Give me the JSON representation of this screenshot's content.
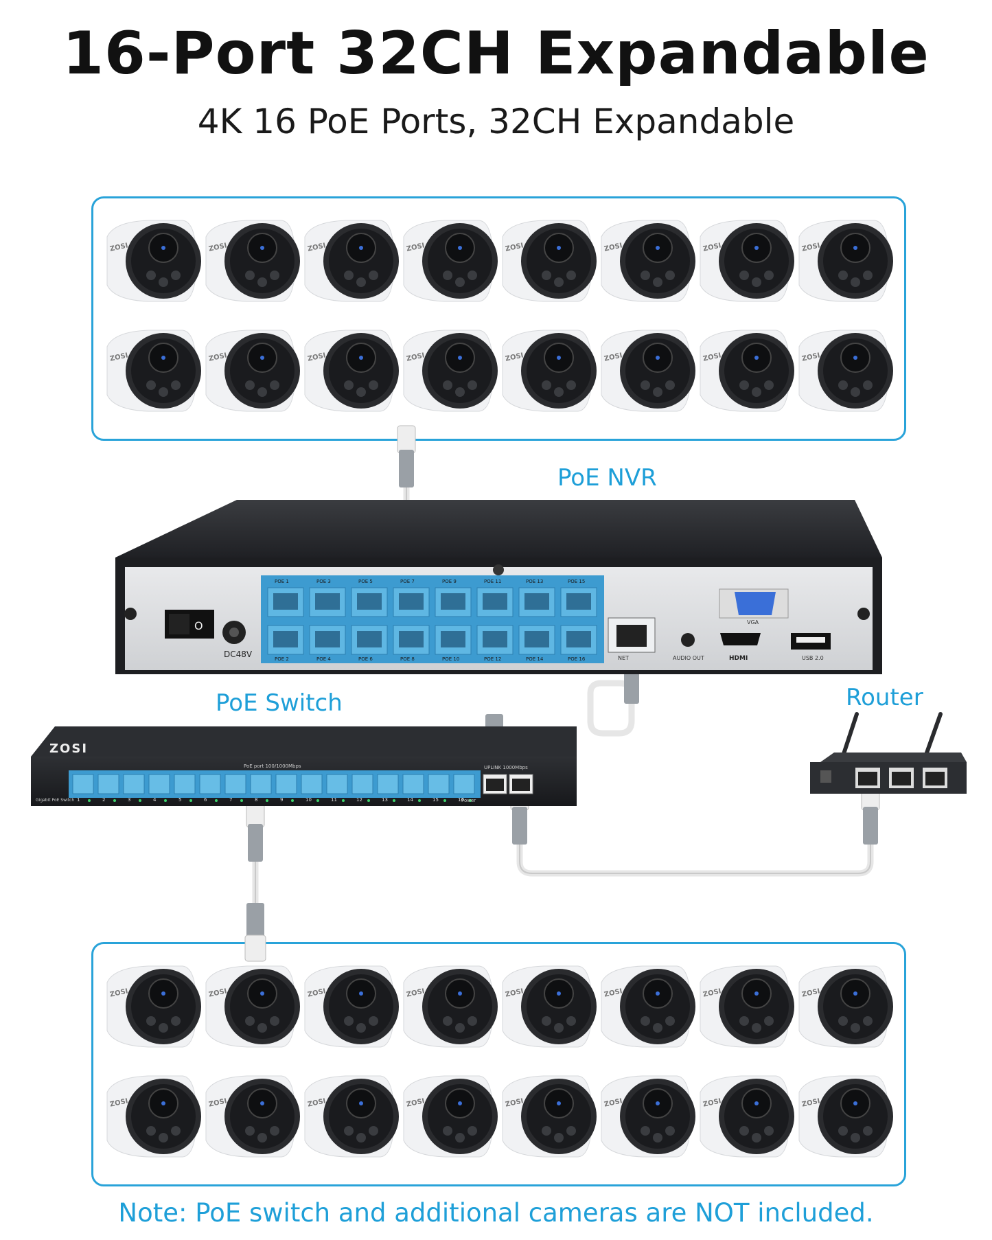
{
  "header": {
    "title": "16-Port 32CH Expandable",
    "subtitle": "4K 16 PoE Ports, 32CH Expandable"
  },
  "camera_brand": "ZOSI",
  "camera_groups": [
    {
      "name": "top",
      "rows": 2,
      "cameras_per_row": 8
    },
    {
      "name": "bottom",
      "rows": 2,
      "cameras_per_row": 8
    }
  ],
  "labels": {
    "nvr": "PoE NVR",
    "switch": "PoE Switch",
    "router": "Router"
  },
  "nvr": {
    "top_port_labels": [
      "POE 1",
      "POE 3",
      "POE 5",
      "POE 7",
      "POE 9",
      "POE 11",
      "POE 13",
      "POE 15"
    ],
    "bottom_port_labels": [
      "POE 2",
      "POE 4",
      "POE 6",
      "POE 8",
      "POE 10",
      "POE 12",
      "POE 14",
      "POE 16"
    ],
    "power_label": "DC48V",
    "vga_label": "VGA",
    "audio_label": "AUDIO OUT",
    "hdmi_label": "HDMI",
    "usb_label": "USB 2.0",
    "lan_label": "NET"
  },
  "switch": {
    "brand": "ZOSI",
    "port_banner": "PoE port 100/1000Mbps",
    "uplink_banner": "UPLINK 1000Mbps",
    "model_label": "Gigabit PoE Switch",
    "power_label": "Power",
    "port_numbers": [
      "1",
      "2",
      "3",
      "4",
      "5",
      "6",
      "7",
      "8",
      "9",
      "10",
      "11",
      "12",
      "13",
      "14",
      "15",
      "16"
    ]
  },
  "footer": {
    "note": "Note: PoE switch and additional cameras are NOT included."
  },
  "colors": {
    "accent": "#1e9fd8",
    "box_border": "#29a3d9",
    "nvr_body": "#2b2d31",
    "port_blue": "#4aa8d8"
  }
}
